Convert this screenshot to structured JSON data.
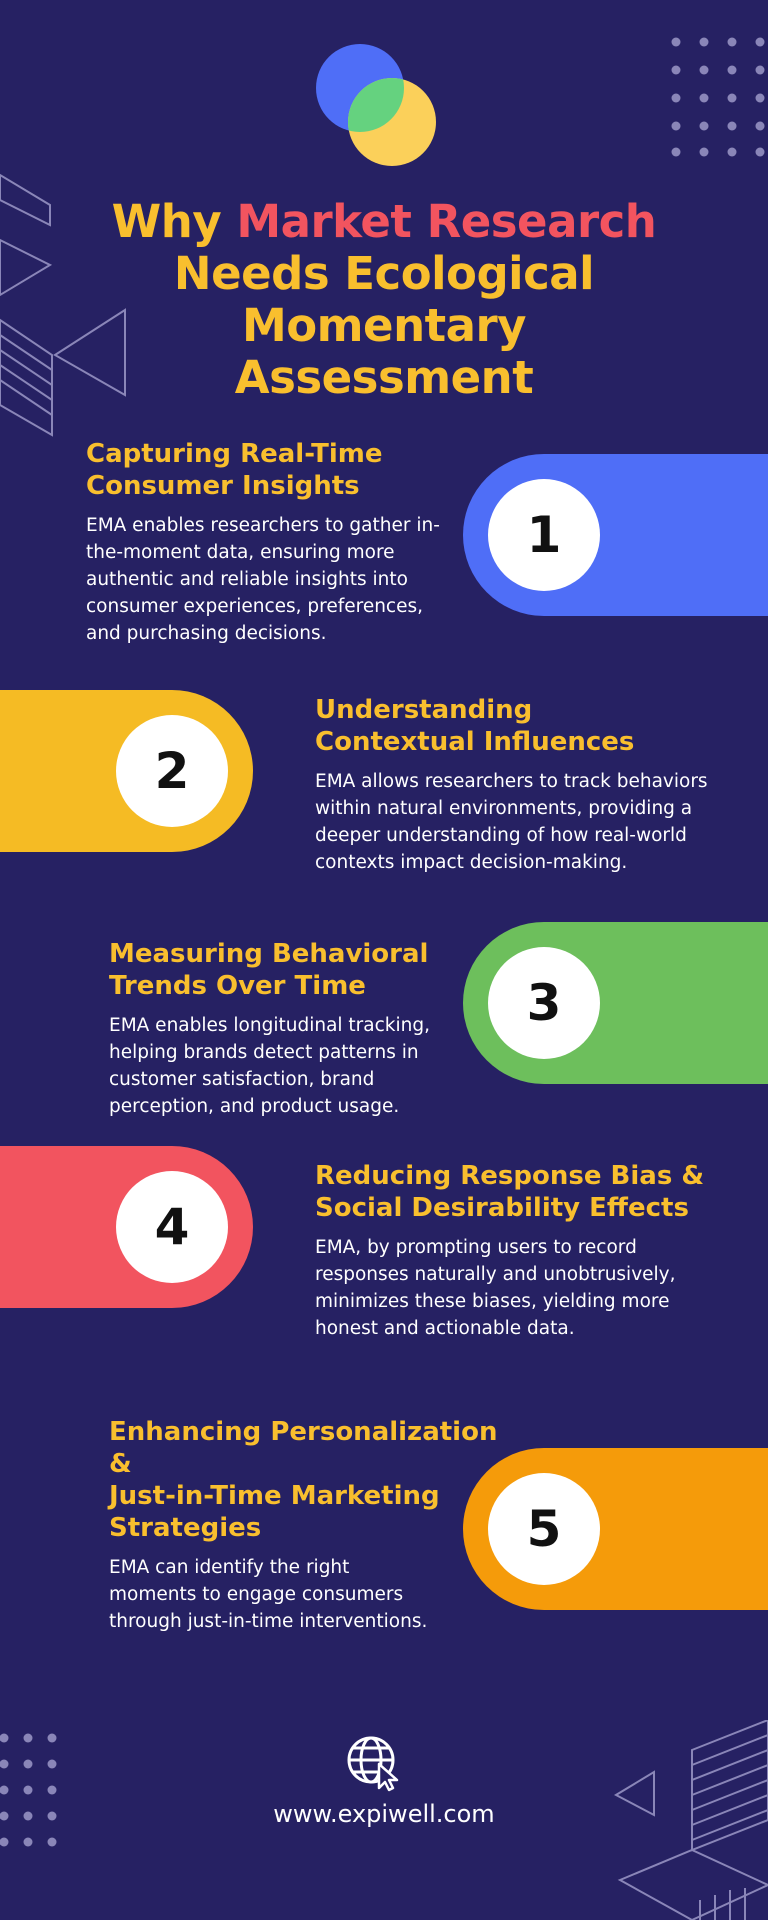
{
  "colors": {
    "background": "#262163",
    "heading": "#f9bf2e",
    "highlight": "#f2545f",
    "blue": "#4f6ef7",
    "yellow": "#f5bb24",
    "green": "#6dbf5c",
    "red": "#f2545f",
    "orange": "#f59b0a"
  },
  "title": {
    "part1": "Why ",
    "highlight": "Market Research",
    "line2": "Needs Ecological",
    "line3": "Momentary",
    "line4": "Assessment"
  },
  "sections": [
    {
      "number": "1",
      "title_line1": "Capturing Real-Time",
      "title_line2": "Consumer Insights",
      "title_line3": "",
      "body_lines": [
        "EMA enables researchers to gather in-",
        "the-moment data, ensuring more",
        "authentic and reliable insights into",
        "consumer experiences, preferences,",
        "and purchasing decisions."
      ],
      "color": "#4f6ef7"
    },
    {
      "number": "2",
      "title_line1": "Understanding",
      "title_line2": "Contextual Influences",
      "title_line3": "",
      "body_lines": [
        "EMA allows researchers to track behaviors",
        "within natural environments, providing a",
        "deeper understanding of how real-world",
        "contexts impact decision-making."
      ],
      "color": "#f5bb24"
    },
    {
      "number": "3",
      "title_line1": "Measuring Behavioral",
      "title_line2": "Trends Over Time",
      "title_line3": "",
      "body_lines": [
        "EMA enables longitudinal tracking,",
        "helping brands detect patterns in",
        "customer satisfaction, brand",
        "perception, and product usage."
      ],
      "color": "#6dbf5c"
    },
    {
      "number": "4",
      "title_line1": "Reducing Response Bias &",
      "title_line2": "Social Desirability Effects",
      "title_line3": "",
      "body_lines": [
        "EMA, by prompting users to record",
        "responses naturally and unobtrusively,",
        "minimizes these biases, yielding more",
        "honest and actionable data."
      ],
      "color": "#f2545f"
    },
    {
      "number": "5",
      "title_line1": "Enhancing Personalization &",
      "title_line2": "Just-in-Time Marketing",
      "title_line3": "Strategies",
      "body_lines": [
        "EMA can identify the right",
        "moments to engage consumers",
        "through just-in-time interventions."
      ],
      "color": "#f59b0a"
    }
  ],
  "footer": {
    "icon": "globe-cursor-icon",
    "url": "www.expiwell.com"
  }
}
